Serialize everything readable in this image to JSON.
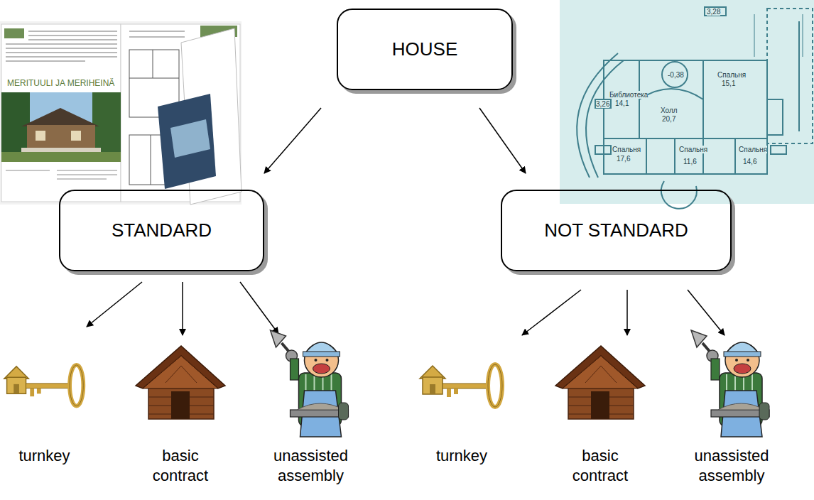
{
  "diagram": {
    "nodes": [
      {
        "text": [
          "HOUSE"
        ]
      },
      {
        "text": [
          "STANDARD"
        ]
      },
      {
        "text": [
          "NOT STANDARD"
        ]
      },
      {
        "text": [
          "turnkey"
        ]
      },
      {
        "text": [
          "basic contract"
        ]
      },
      {
        "text": [
          "unassisted assembly"
        ]
      },
      {
        "text": [
          "turnkey"
        ]
      },
      {
        "text": [
          "basic contract"
        ]
      },
      {
        "text": [
          "unassisted assembly"
        ]
      }
    ],
    "edges": [
      {
        "from": 0,
        "to": 1,
        "arrow": "to"
      },
      {
        "from": 0,
        "to": 2,
        "arrow": "to"
      },
      {
        "from": 1,
        "to": 3,
        "arrow": "to"
      },
      {
        "from": 1,
        "to": 4,
        "arrow": "to"
      },
      {
        "from": 1,
        "to": 5,
        "arrow": "to"
      },
      {
        "from": 2,
        "to": 6,
        "arrow": "to"
      },
      {
        "from": 2,
        "to": 7,
        "arrow": "to"
      },
      {
        "from": 2,
        "to": 8,
        "arrow": "to"
      }
    ],
    "labels": [
      "MERITUULI JA MERIHEINÄ",
      "Библиотека",
      "14,1",
      "Холл",
      "20,7",
      "Спальня",
      "15,1",
      "Спальня",
      "17,6",
      "Спальня",
      "11,6",
      "Спальня",
      "14,6",
      "3,28",
      "3,26",
      "-0,38"
    ]
  }
}
